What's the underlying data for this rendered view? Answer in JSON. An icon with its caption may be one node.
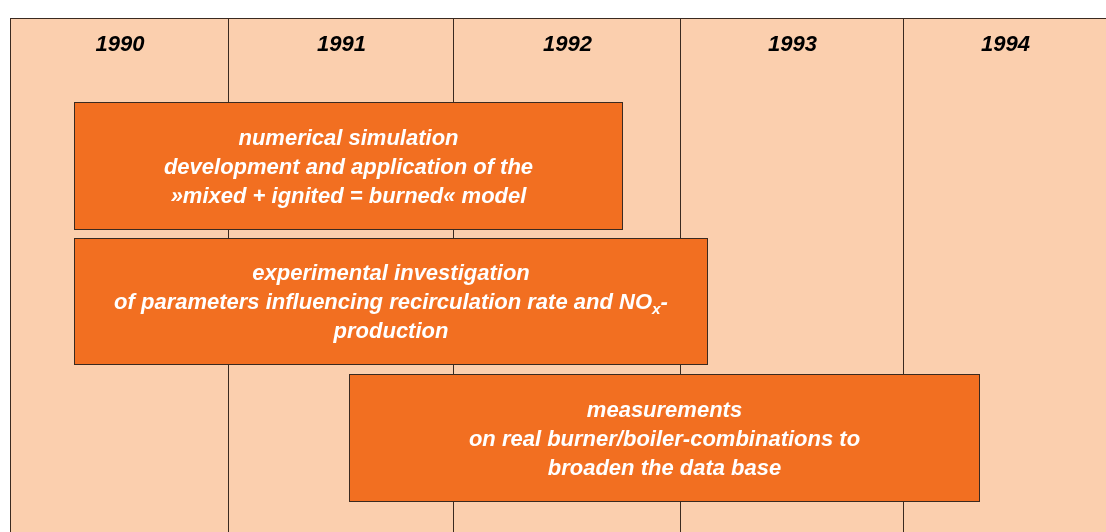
{
  "diagram": {
    "nodes": [
      {
        "text": [
          "numerical simulation",
          "development and application of the »mixed + ignited = burned« model"
        ]
      },
      {
        "text": [
          "experimental investigation",
          "of parameters influencing recirculation rate and NO$_{x}$-production"
        ]
      },
      {
        "text": [
          "measurements",
          "on real burner/boiler-combinations to broaden the data base"
        ]
      }
    ],
    "labels": [
      "1990",
      "1991",
      "1992",
      "1993",
      "1994"
    ]
  }
}
